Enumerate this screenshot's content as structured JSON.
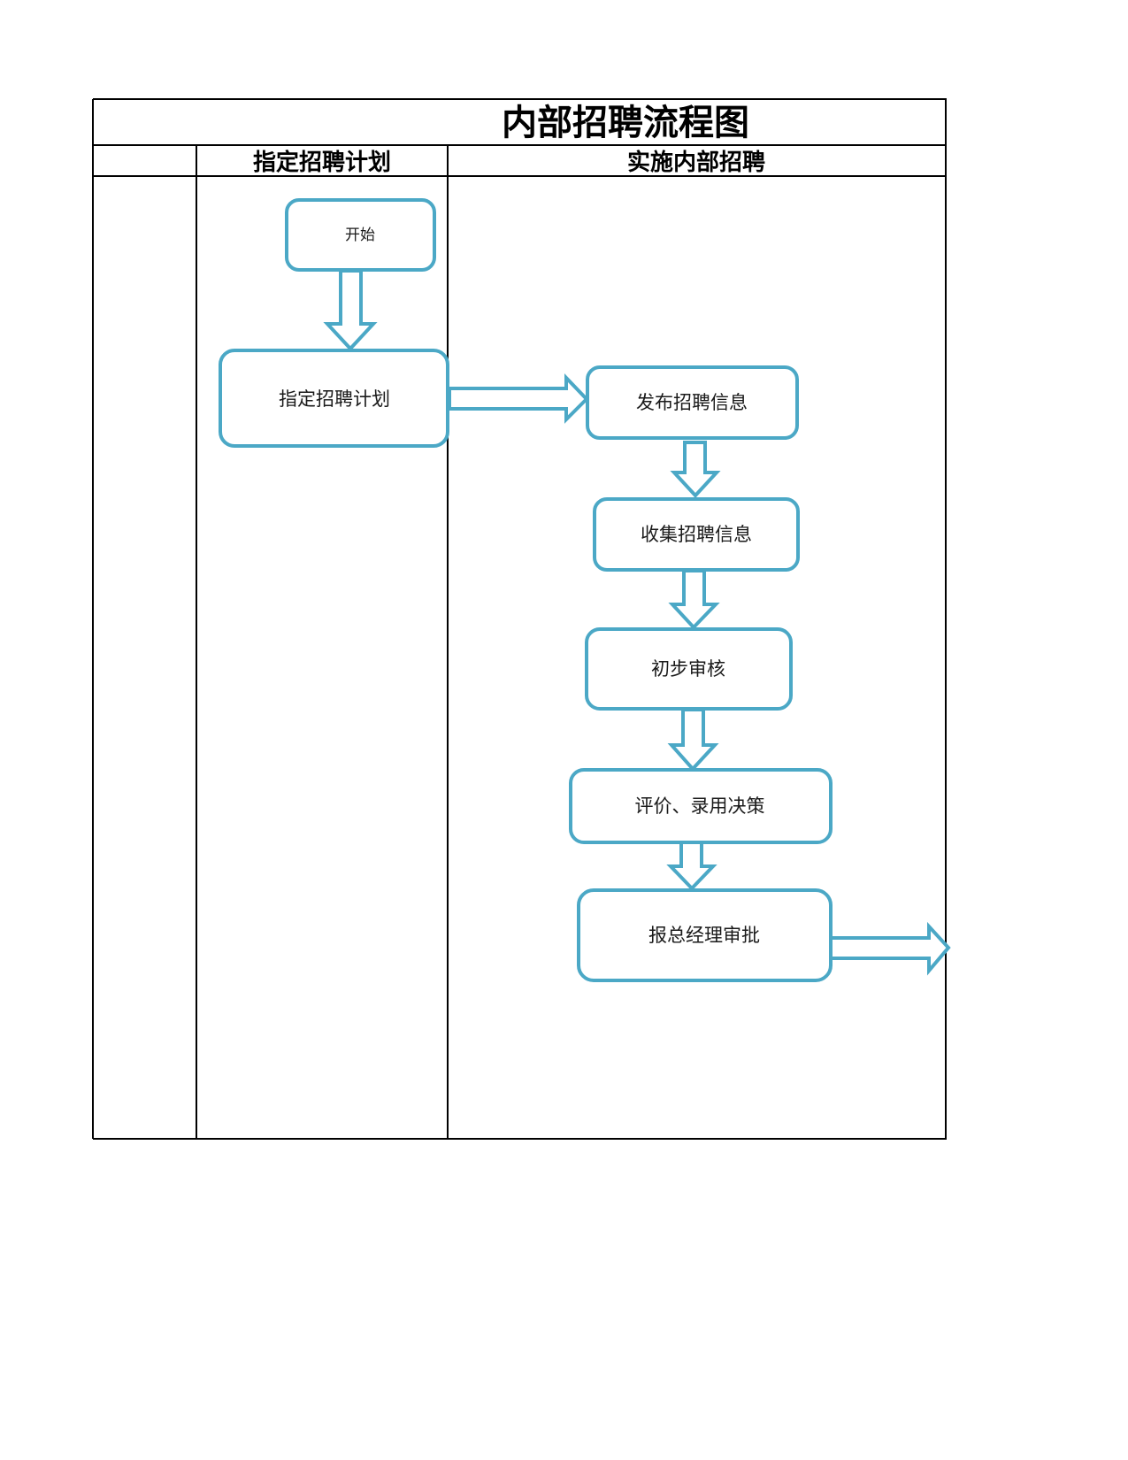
{
  "title": "内部招聘流程图",
  "lanes": [
    {
      "label": ""
    },
    {
      "label": "指定招聘计划"
    },
    {
      "label": "实施内部招聘"
    }
  ],
  "nodes": {
    "start": "开始",
    "plan": "指定招聘计划",
    "publish": "发布招聘信息",
    "collect": "收集招聘信息",
    "review": "初步审核",
    "decide": "评价、录用决策",
    "approve": "报总经理审批"
  },
  "colors": {
    "node_stroke": "#4ba8c6",
    "line": "#000000"
  }
}
